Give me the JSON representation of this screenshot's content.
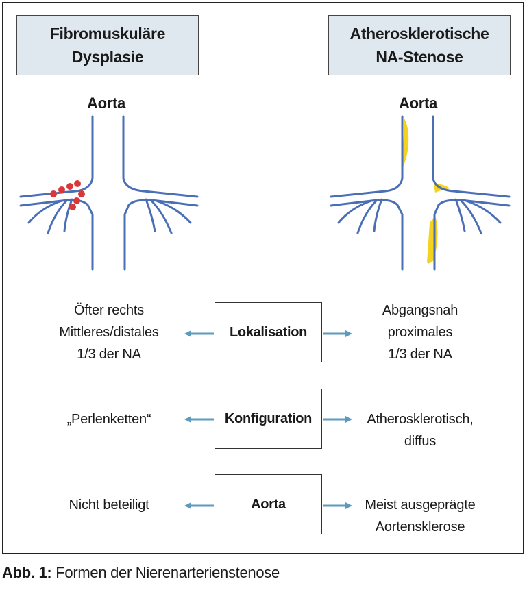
{
  "headers": {
    "left": "Fibromuskuläre\nDysplasie",
    "right": "Atherosklerotische\nNA-Stenose"
  },
  "aorta_labels": {
    "left": "Aorta",
    "right": "Aorta"
  },
  "rows": {
    "lokalisation": {
      "label": "Lokalisation",
      "left": "Öfter rechts\nMittleres/distales\n1/3 der NA",
      "right": "Abgangsnah\nproximales\n1/3 der NA"
    },
    "konfiguration": {
      "label": "Konfiguration",
      "left": "„Perlenketten“",
      "right": "Atherosklerotisch,\ndiffus"
    },
    "aorta": {
      "label": "Aorta",
      "left": "Nicht beteiligt",
      "right": "Meist ausgeprägte\nAortensklerose"
    }
  },
  "caption": {
    "prefix": "Abb. 1:",
    "text": " Formen der Nierenarterienstenose"
  },
  "colors": {
    "vessel": "#4a6fb5",
    "arrow": "#5b9bbd",
    "lesion_fmd": "#d9383a",
    "lesion_athero": "#f5d21f",
    "header_bg": "#dfe7ef"
  }
}
